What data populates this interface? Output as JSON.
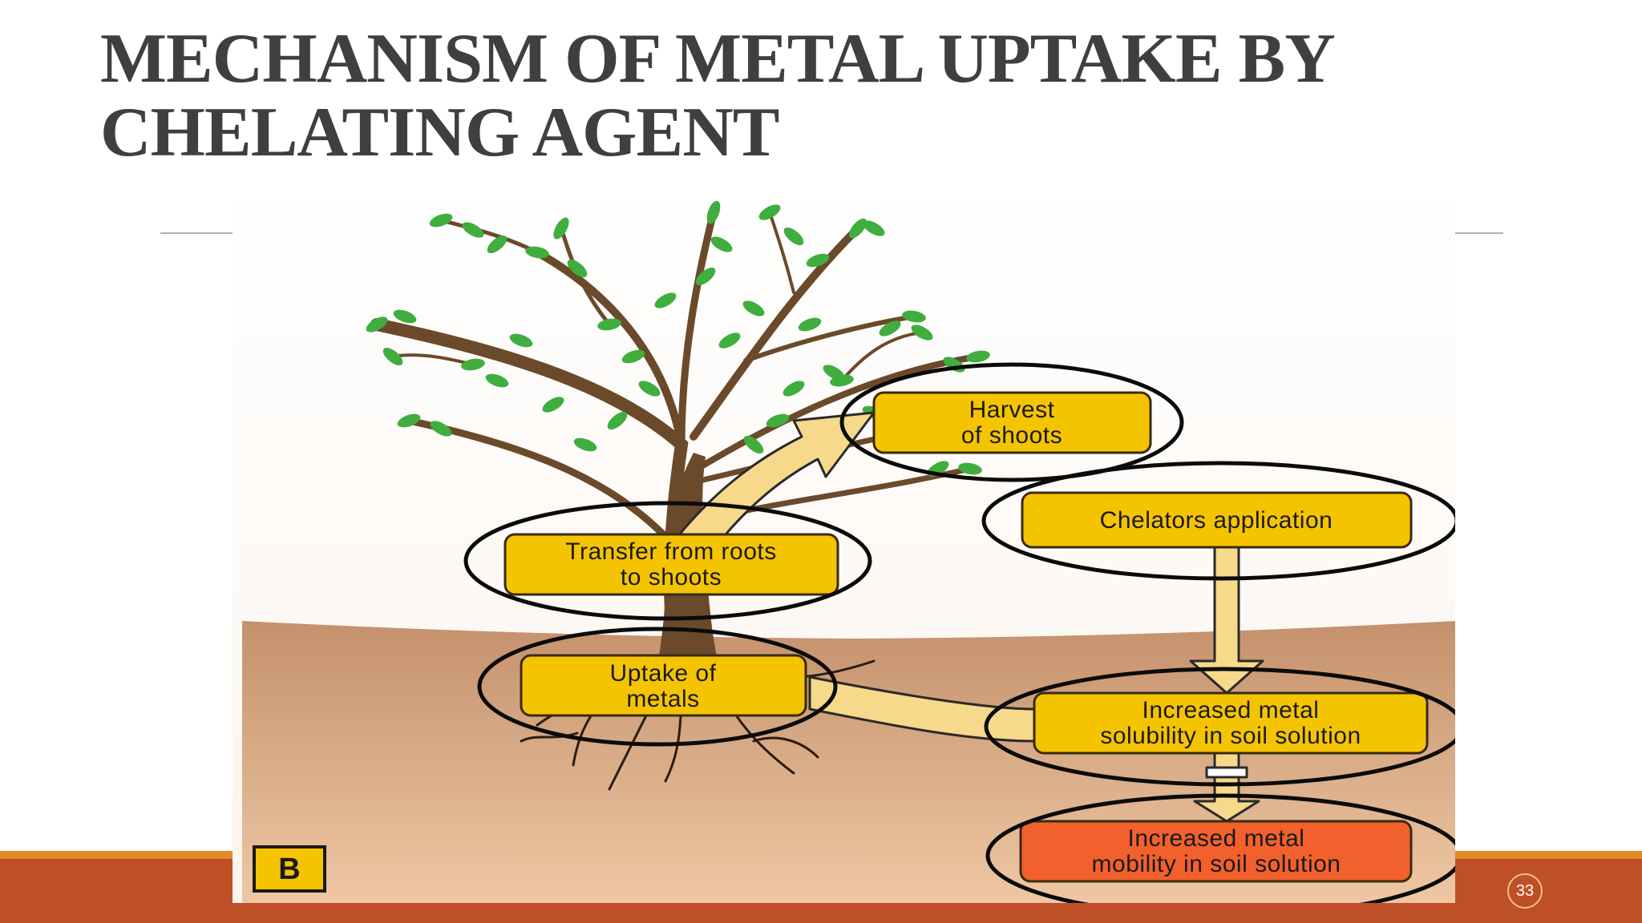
{
  "slide": {
    "title_line1": "MECHANISM OF METAL UPTAKE BY",
    "title_line2": "CHELATING AGENT",
    "page_number": "33"
  },
  "diagram": {
    "panel_label": "B",
    "nodes": {
      "harvest": [
        "Harvest",
        "of shoots"
      ],
      "chelators": [
        "Chelators application"
      ],
      "transfer": [
        "Transfer from roots",
        "to shoots"
      ],
      "uptake": [
        "Uptake of",
        "metals"
      ],
      "solubility": [
        "Increased metal",
        "solubility in soil solution"
      ],
      "mobility": [
        "Increased metal",
        "mobility in soil solution"
      ]
    }
  },
  "colors": {
    "title": "#3f3f3f",
    "box_yellow": "#f5c400",
    "box_orange_red": "#f2602c",
    "arrow_fill": "#f6d98a",
    "soil_top": "#c4916c",
    "soil_bottom": "#efc7a4",
    "trunk": "#6b4a2b",
    "leaf": "#3fae3f",
    "footer_band": "#bf4f26",
    "footer_stripe": "#e08a2c"
  }
}
